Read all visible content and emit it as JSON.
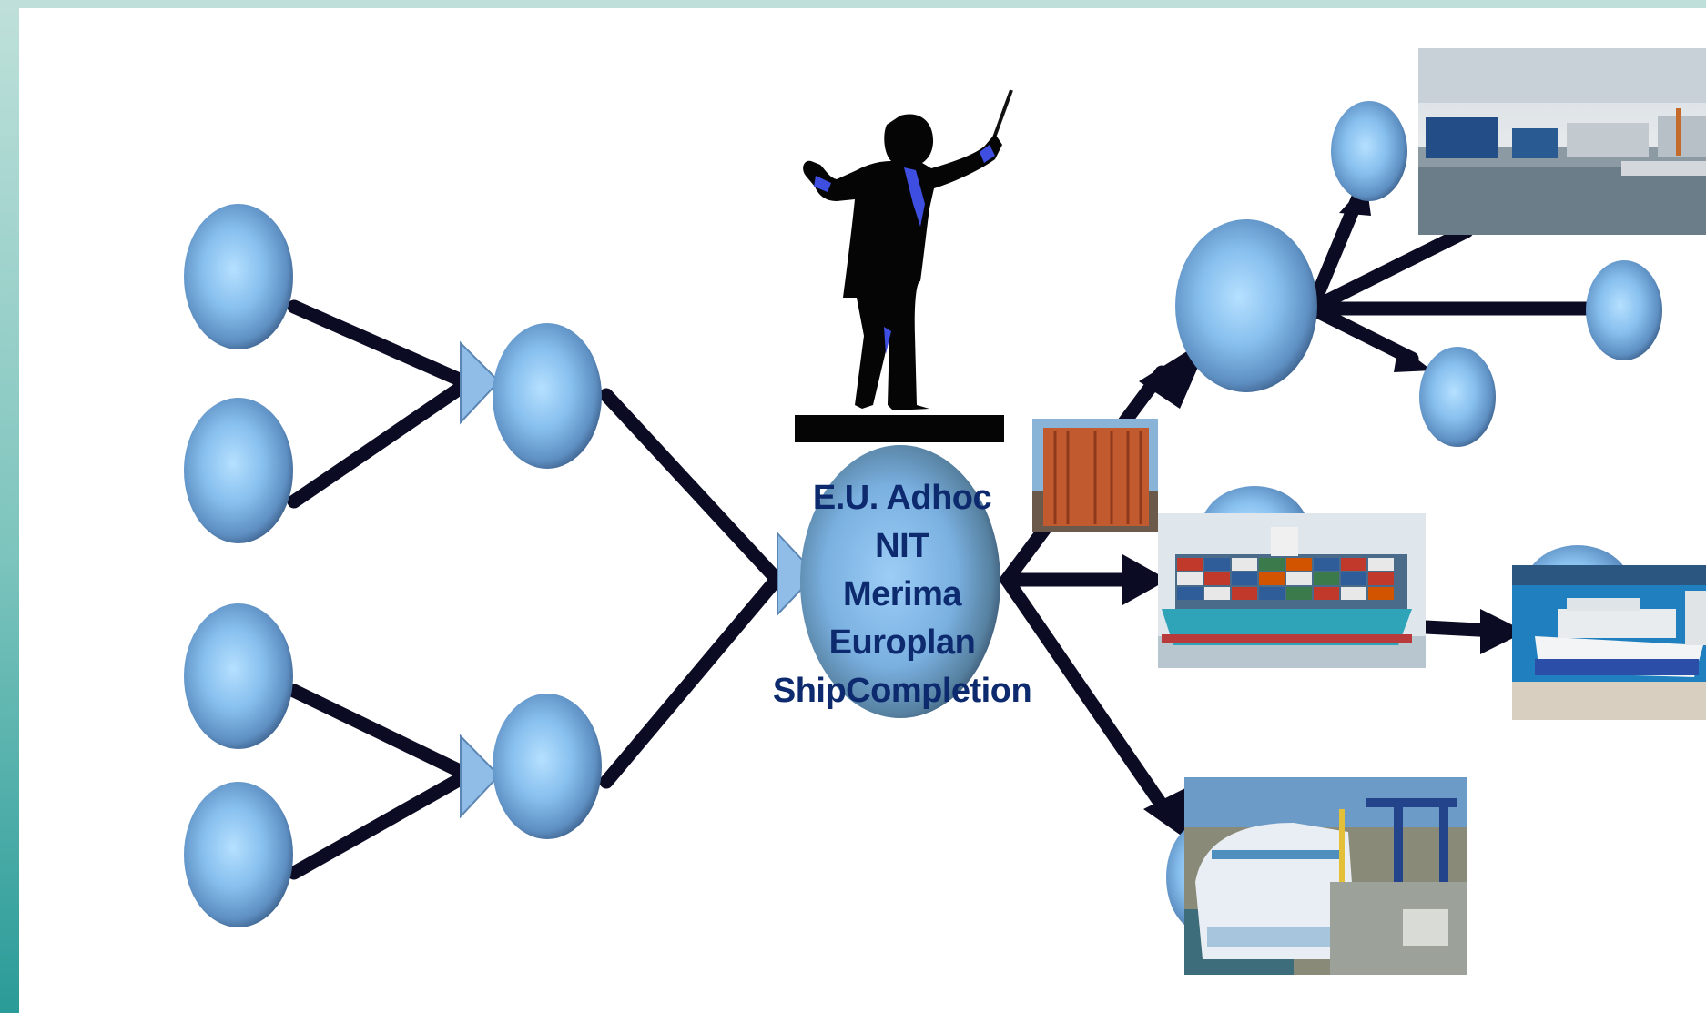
{
  "center": {
    "lines": [
      "E.U. Adhoc",
      "NIT",
      "Merima",
      "Europlan",
      "ShipCompletion"
    ]
  },
  "colors": {
    "node_light": "#a8d6ff",
    "node_mid": "#6c9ccd",
    "node_dark": "#3a5a82",
    "arrow": "#0b0b24",
    "text": "#0d2a6e",
    "frame": "#2a9b98"
  },
  "images": [
    "shipyard-photo",
    "shipping-container-photo",
    "container-ship-photo",
    "cruise-ship-dock-photo",
    "cruise-ship-construction-photo"
  ],
  "icons": [
    "conductor-silhouette-icon"
  ]
}
